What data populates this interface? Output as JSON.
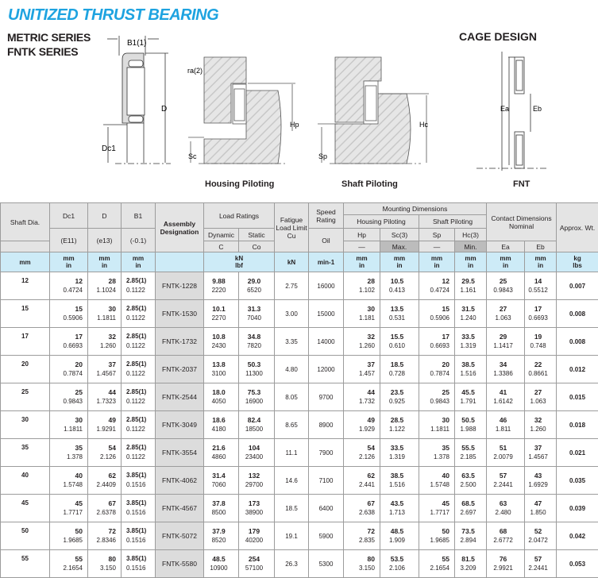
{
  "title": "UNITIZED THRUST BEARING",
  "series": [
    "METRIC SERIES",
    "FNTK SERIES"
  ],
  "cage_title": "CAGE DESIGN",
  "figures": {
    "housing_caption": "Housing Piloting",
    "shaft_caption": "Shaft Piloting",
    "cage_caption": "FNT",
    "labels": {
      "B1": "B1(1)",
      "D": "D",
      "Dc1": "Dc1",
      "ra": "ra(2)",
      "Hp": "Hp",
      "Sc": "Sc",
      "Hc": "Hc",
      "Sp": "Sp",
      "Ea": "Ea",
      "Eb": "Eb"
    }
  },
  "table": {
    "headers": {
      "shaft": "Shaft Dia.",
      "dc1": "Dc1",
      "d": "D",
      "b1": "B1",
      "assembly": "Assembly Designation",
      "load_ratings": "Load Ratings",
      "dynamic": "Dynamic",
      "static": "Static",
      "c": "C",
      "co": "Co",
      "fatigue": "Fatigue Load Limit Cu",
      "speed": "Speed Rating",
      "oil": "Oil",
      "mounting": "Mounting Dimensions",
      "housing": "Housing Piloting",
      "shaft_pil": "Shaft Piloting",
      "hp": "Hp",
      "sc": "Sc(3)",
      "sp": "Sp",
      "hc": "Hc(3)",
      "dash1": "—",
      "max": "Max.",
      "dash2": "—",
      "min": "Min.",
      "contact": "Contact Dimensions Nominal",
      "ea": "Ea",
      "eb": "Eb",
      "wt": "Approx. Wt.",
      "tol_dc1": "(E11)",
      "tol_d": "(e13)",
      "tol_b1": "(-0.1)"
    },
    "units": {
      "shaft": "mm",
      "mmin": "mm\nin",
      "kn_lbf": "kN\nlbf",
      "kn": "kN",
      "speed": "min-1",
      "kg_lbs": "kg\nlbs"
    },
    "rows": [
      {
        "shaft": "12",
        "dc1": [
          "12",
          "0.4724"
        ],
        "d": [
          "28",
          "1.1024"
        ],
        "b1": [
          "2.85(1)",
          "0.1122"
        ],
        "asm": "FNTK-1228",
        "c": [
          "9.88",
          "2220"
        ],
        "co": [
          "29.0",
          "6520"
        ],
        "cu": "2.75",
        "speed": "16000",
        "hp": [
          "28",
          "1.102"
        ],
        "sc": [
          "10.5",
          "0.413"
        ],
        "sp": [
          "12",
          "0.4724"
        ],
        "hc": [
          "29.5",
          "1.161"
        ],
        "ea": [
          "25",
          "0.9843"
        ],
        "eb": [
          "14",
          "0.5512"
        ],
        "wt": "0.007"
      },
      {
        "shaft": "15",
        "dc1": [
          "15",
          "0.5906"
        ],
        "d": [
          "30",
          "1.1811"
        ],
        "b1": [
          "2.85(1)",
          "0.1122"
        ],
        "asm": "FNTK-1530",
        "c": [
          "10.1",
          "2270"
        ],
        "co": [
          "31.3",
          "7040"
        ],
        "cu": "3.00",
        "speed": "15000",
        "hp": [
          "30",
          "1.181"
        ],
        "sc": [
          "13.5",
          "0.531"
        ],
        "sp": [
          "15",
          "0.5906"
        ],
        "hc": [
          "31.5",
          "1.240"
        ],
        "ea": [
          "27",
          "1.063"
        ],
        "eb": [
          "17",
          "0.6693"
        ],
        "wt": "0.008"
      },
      {
        "shaft": "17",
        "dc1": [
          "17",
          "0.6693"
        ],
        "d": [
          "32",
          "1.260"
        ],
        "b1": [
          "2.85(1)",
          "0.1122"
        ],
        "asm": "FNTK-1732",
        "c": [
          "10.8",
          "2430"
        ],
        "co": [
          "34.8",
          "7820"
        ],
        "cu": "3.35",
        "speed": "14000",
        "hp": [
          "32",
          "1.260"
        ],
        "sc": [
          "15.5",
          "0.610"
        ],
        "sp": [
          "17",
          "0.6693"
        ],
        "hc": [
          "33.5",
          "1.319"
        ],
        "ea": [
          "29",
          "1.1417"
        ],
        "eb": [
          "19",
          "0.748"
        ],
        "wt": "0.008"
      },
      {
        "shaft": "20",
        "dc1": [
          "20",
          "0.7874"
        ],
        "d": [
          "37",
          "1.4567"
        ],
        "b1": [
          "2.85(1)",
          "0.1122"
        ],
        "asm": "FNTK-2037",
        "c": [
          "13.8",
          "3100"
        ],
        "co": [
          "50.3",
          "11300"
        ],
        "cu": "4.80",
        "speed": "12000",
        "hp": [
          "37",
          "1.457"
        ],
        "sc": [
          "18.5",
          "0.728"
        ],
        "sp": [
          "20",
          "0.7874"
        ],
        "hc": [
          "38.5",
          "1.516"
        ],
        "ea": [
          "34",
          "1.3386"
        ],
        "eb": [
          "22",
          "0.8661"
        ],
        "wt": "0.012"
      },
      {
        "shaft": "25",
        "dc1": [
          "25",
          "0.9843"
        ],
        "d": [
          "44",
          "1.7323"
        ],
        "b1": [
          "2.85(1)",
          "0.1122"
        ],
        "asm": "FNTK-2544",
        "c": [
          "18.0",
          "4050"
        ],
        "co": [
          "75.3",
          "16900"
        ],
        "cu": "8.05",
        "speed": "9700",
        "hp": [
          "44",
          "1.732"
        ],
        "sc": [
          "23.5",
          "0.925"
        ],
        "sp": [
          "25",
          "0.9843"
        ],
        "hc": [
          "45.5",
          "1.791"
        ],
        "ea": [
          "41",
          "1.6142"
        ],
        "eb": [
          "27",
          "1.063"
        ],
        "wt": "0.015"
      },
      {
        "shaft": "30",
        "dc1": [
          "30",
          "1.1811"
        ],
        "d": [
          "49",
          "1.9291"
        ],
        "b1": [
          "2.85(1)",
          "0.1122"
        ],
        "asm": "FNTK-3049",
        "c": [
          "18.6",
          "4180"
        ],
        "co": [
          "82.4",
          "18500"
        ],
        "cu": "8.65",
        "speed": "8900",
        "hp": [
          "49",
          "1.929"
        ],
        "sc": [
          "28.5",
          "1.122"
        ],
        "sp": [
          "30",
          "1.1811"
        ],
        "hc": [
          "50.5",
          "1.988"
        ],
        "ea": [
          "46",
          "1.811"
        ],
        "eb": [
          "32",
          "1.260"
        ],
        "wt": "0.018"
      },
      {
        "shaft": "35",
        "dc1": [
          "35",
          "1.378"
        ],
        "d": [
          "54",
          "2.126"
        ],
        "b1": [
          "2.85(1)",
          "0.1122"
        ],
        "asm": "FNTK-3554",
        "c": [
          "21.6",
          "4860"
        ],
        "co": [
          "104",
          "23400"
        ],
        "cu": "11.1",
        "speed": "7900",
        "hp": [
          "54",
          "2.126"
        ],
        "sc": [
          "33.5",
          "1.319"
        ],
        "sp": [
          "35",
          "1.378"
        ],
        "hc": [
          "55.5",
          "2.185"
        ],
        "ea": [
          "51",
          "2.0079"
        ],
        "eb": [
          "37",
          "1.4567"
        ],
        "wt": "0.021"
      },
      {
        "shaft": "40",
        "dc1": [
          "40",
          "1.5748"
        ],
        "d": [
          "62",
          "2.4409"
        ],
        "b1": [
          "3.85(1)",
          "0.1516"
        ],
        "asm": "FNTK-4062",
        "c": [
          "31.4",
          "7060"
        ],
        "co": [
          "132",
          "29700"
        ],
        "cu": "14.6",
        "speed": "7100",
        "hp": [
          "62",
          "2.441"
        ],
        "sc": [
          "38.5",
          "1.516"
        ],
        "sp": [
          "40",
          "1.5748"
        ],
        "hc": [
          "63.5",
          "2.500"
        ],
        "ea": [
          "57",
          "2.2441"
        ],
        "eb": [
          "43",
          "1.6929"
        ],
        "wt": "0.035"
      },
      {
        "shaft": "45",
        "dc1": [
          "45",
          "1.7717"
        ],
        "d": [
          "67",
          "2.6378"
        ],
        "b1": [
          "3.85(1)",
          "0.1516"
        ],
        "asm": "FNTK-4567",
        "c": [
          "37.8",
          "8500"
        ],
        "co": [
          "173",
          "38900"
        ],
        "cu": "18.5",
        "speed": "6400",
        "hp": [
          "67",
          "2.638"
        ],
        "sc": [
          "43.5",
          "1.713"
        ],
        "sp": [
          "45",
          "1.7717"
        ],
        "hc": [
          "68.5",
          "2.697"
        ],
        "ea": [
          "63",
          "2.480"
        ],
        "eb": [
          "47",
          "1.850"
        ],
        "wt": "0.039"
      },
      {
        "shaft": "50",
        "dc1": [
          "50",
          "1.9685"
        ],
        "d": [
          "72",
          "2.8346"
        ],
        "b1": [
          "3.85(1)",
          "0.1516"
        ],
        "asm": "FNTK-5072",
        "c": [
          "37.9",
          "8520"
        ],
        "co": [
          "179",
          "40200"
        ],
        "cu": "19.1",
        "speed": "5900",
        "hp": [
          "72",
          "2.835"
        ],
        "sc": [
          "48.5",
          "1.909"
        ],
        "sp": [
          "50",
          "1.9685"
        ],
        "hc": [
          "73.5",
          "2.894"
        ],
        "ea": [
          "68",
          "2.6772"
        ],
        "eb": [
          "52",
          "2.0472"
        ],
        "wt": "0.042"
      },
      {
        "shaft": "55",
        "dc1": [
          "55",
          "2.1654"
        ],
        "d": [
          "80",
          "3.150"
        ],
        "b1": [
          "3.85(1)",
          "0.1516"
        ],
        "asm": "FNTK-5580",
        "c": [
          "48.5",
          "10900"
        ],
        "co": [
          "254",
          "57100"
        ],
        "cu": "26.3",
        "speed": "5300",
        "hp": [
          "80",
          "3.150"
        ],
        "sc": [
          "53.5",
          "2.106"
        ],
        "sp": [
          "55",
          "2.1654"
        ],
        "hc": [
          "81.5",
          "3.209"
        ],
        "ea": [
          "76",
          "2.9921"
        ],
        "eb": [
          "57",
          "2.2441"
        ],
        "wt": "0.053"
      }
    ]
  }
}
